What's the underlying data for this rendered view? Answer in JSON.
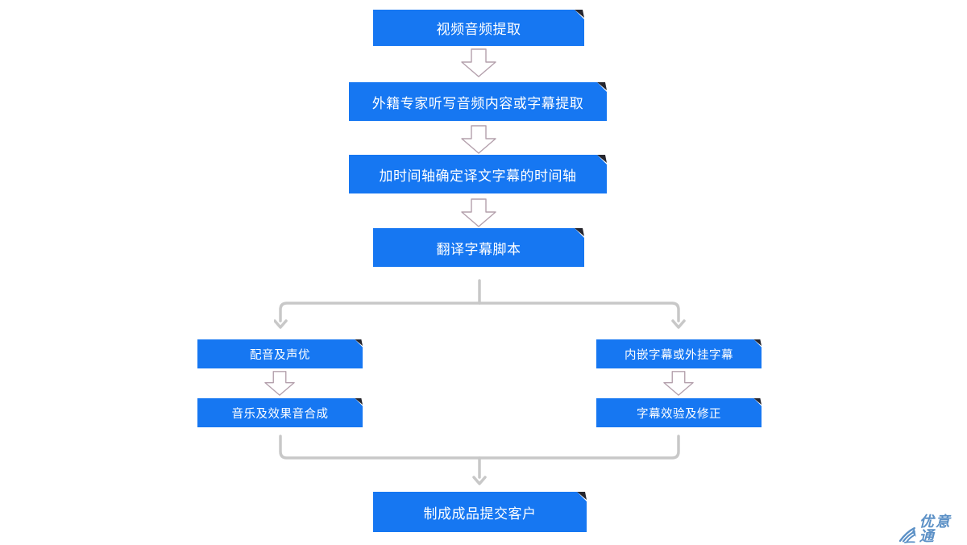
{
  "diagram": {
    "type": "flowchart",
    "nodes": {
      "step1": {
        "label": "视频音频提取"
      },
      "step2": {
        "label": "外籍专家听写音频内容或字幕提取"
      },
      "step3": {
        "label": "加时间轴确定译文字幕的时间轴"
      },
      "step4": {
        "label": "翻译字幕脚本"
      },
      "left1": {
        "label": "配音及声优"
      },
      "left2": {
        "label": "音乐及效果音合成"
      },
      "right1": {
        "label": "内嵌字幕或外挂字幕"
      },
      "right2": {
        "label": "字幕效验及修正"
      },
      "final": {
        "label": "制成成品提交客户"
      }
    },
    "edges": [
      "step1->step2",
      "step2->step3",
      "step3->step4",
      "step4->left1",
      "step4->right1",
      "left1->left2",
      "right1->right2",
      "left2->final",
      "right2->final"
    ],
    "colors": {
      "node_background": "#1677F2",
      "node_text": "#FFFFFF",
      "fold_dark": "#26262E",
      "connector_gray": "#C8C8C8",
      "block_arrow_outline": "#B4A0AC",
      "logo_blue": "#5B90C6"
    }
  },
  "watermark": {
    "text": "优意通"
  }
}
